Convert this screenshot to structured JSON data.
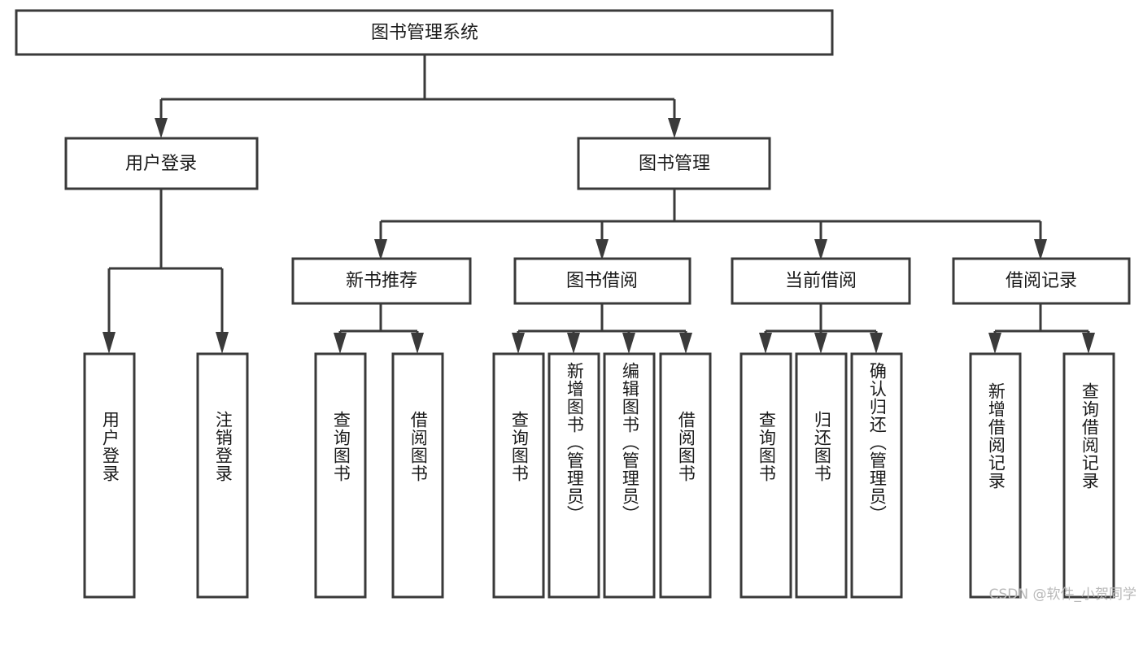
{
  "diagram": {
    "type": "tree",
    "title": "图书管理系统",
    "root": {
      "id": "root",
      "label": "图书管理系统"
    },
    "level2": [
      {
        "id": "user-login",
        "label": "用户登录"
      },
      {
        "id": "book-manage",
        "label": "图书管理"
      }
    ],
    "level3": [
      {
        "id": "new-book-rec",
        "label": "新书推荐"
      },
      {
        "id": "book-borrow",
        "label": "图书借阅"
      },
      {
        "id": "current-borrow",
        "label": "当前借阅"
      },
      {
        "id": "borrow-record",
        "label": "借阅记录"
      }
    ],
    "leaves": {
      "user_login": [
        {
          "id": "leaf-user-login",
          "label": "用户登录"
        },
        {
          "id": "leaf-user-logout",
          "label": "注销登录"
        }
      ],
      "new_book_rec": [
        {
          "id": "leaf-query-book-1",
          "label": "查询图书"
        },
        {
          "id": "leaf-borrow-book-1",
          "label": "借阅图书"
        }
      ],
      "book_borrow": [
        {
          "id": "leaf-query-book-2",
          "label": "查询图书"
        },
        {
          "id": "leaf-add-book",
          "label": "新增图书（管理员）"
        },
        {
          "id": "leaf-edit-book",
          "label": "编辑图书（管理员）"
        },
        {
          "id": "leaf-borrow-book-2",
          "label": "借阅图书"
        }
      ],
      "current_borrow": [
        {
          "id": "leaf-query-book-3",
          "label": "查询图书"
        },
        {
          "id": "leaf-return-book",
          "label": "归还图书"
        },
        {
          "id": "leaf-confirm-return",
          "label": "确认归还（管理员）"
        }
      ],
      "borrow_record": [
        {
          "id": "leaf-add-record",
          "label": "新增借阅记录"
        },
        {
          "id": "leaf-query-record",
          "label": "查询借阅记录"
        }
      ]
    },
    "colors": {
      "stroke": "#3a3a3a",
      "fill": "#ffffff",
      "text": "#1a1a1a",
      "watermark": "#b9b9b9",
      "background": "#ffffff"
    }
  },
  "watermark": {
    "text": "CSDN @软件_小贺同学"
  }
}
